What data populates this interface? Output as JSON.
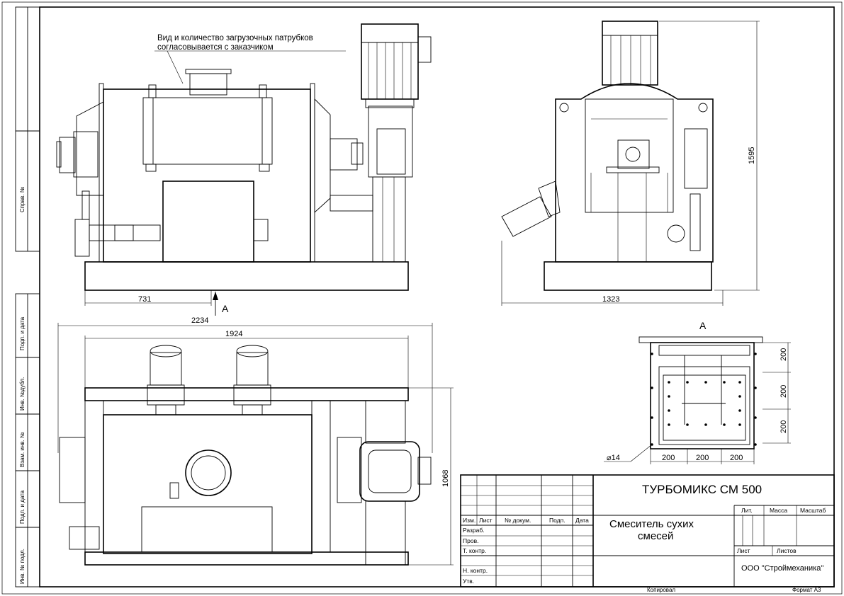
{
  "note": {
    "line1": "Вид и количество загрузочных патрубков",
    "line2": "согласовывается с заказчиком"
  },
  "dims": {
    "side_731": "731",
    "side_2234": "2234",
    "side_1924": "1924",
    "front_1323": "1323",
    "front_1595": "1595",
    "top_1068": "1068",
    "view_a_200_v1": "200",
    "view_a_200_v2": "200",
    "view_a_200_v3": "200",
    "view_a_200_h1": "200",
    "view_a_200_h2": "200",
    "view_a_200_h3": "200",
    "hole": "⌀14"
  },
  "view_labels": {
    "arrow": "А",
    "section": "А"
  },
  "side_stamps": [
    "Справ. №",
    "Подп. и дата",
    "Инв. №дубл.",
    "Взам. инв. №",
    "Подп. и дата",
    "Инв. № подл."
  ],
  "title_block": {
    "designation": "ТУРБОМИКС СМ 500",
    "name_line1": "Смеситель сухих",
    "name_line2": "смесей",
    "col_izm": "Изм.",
    "col_list": "Лист",
    "col_doc": "№ докум.",
    "col_sign": "Подп.",
    "col_date": "Дата",
    "razrab": "Разраб.",
    "prov": "Пров.",
    "tkontr": "Т. контр.",
    "nkontr": "Н. контр.",
    "utv": "Утв.",
    "lit": "Лит.",
    "massa": "Масса",
    "masshtab": "Масштаб",
    "list": "Лист",
    "listov": "Листов",
    "company": "ООО \"Строймеханика\""
  },
  "footer": {
    "copied": "Копировал",
    "format": "Формат А3"
  }
}
